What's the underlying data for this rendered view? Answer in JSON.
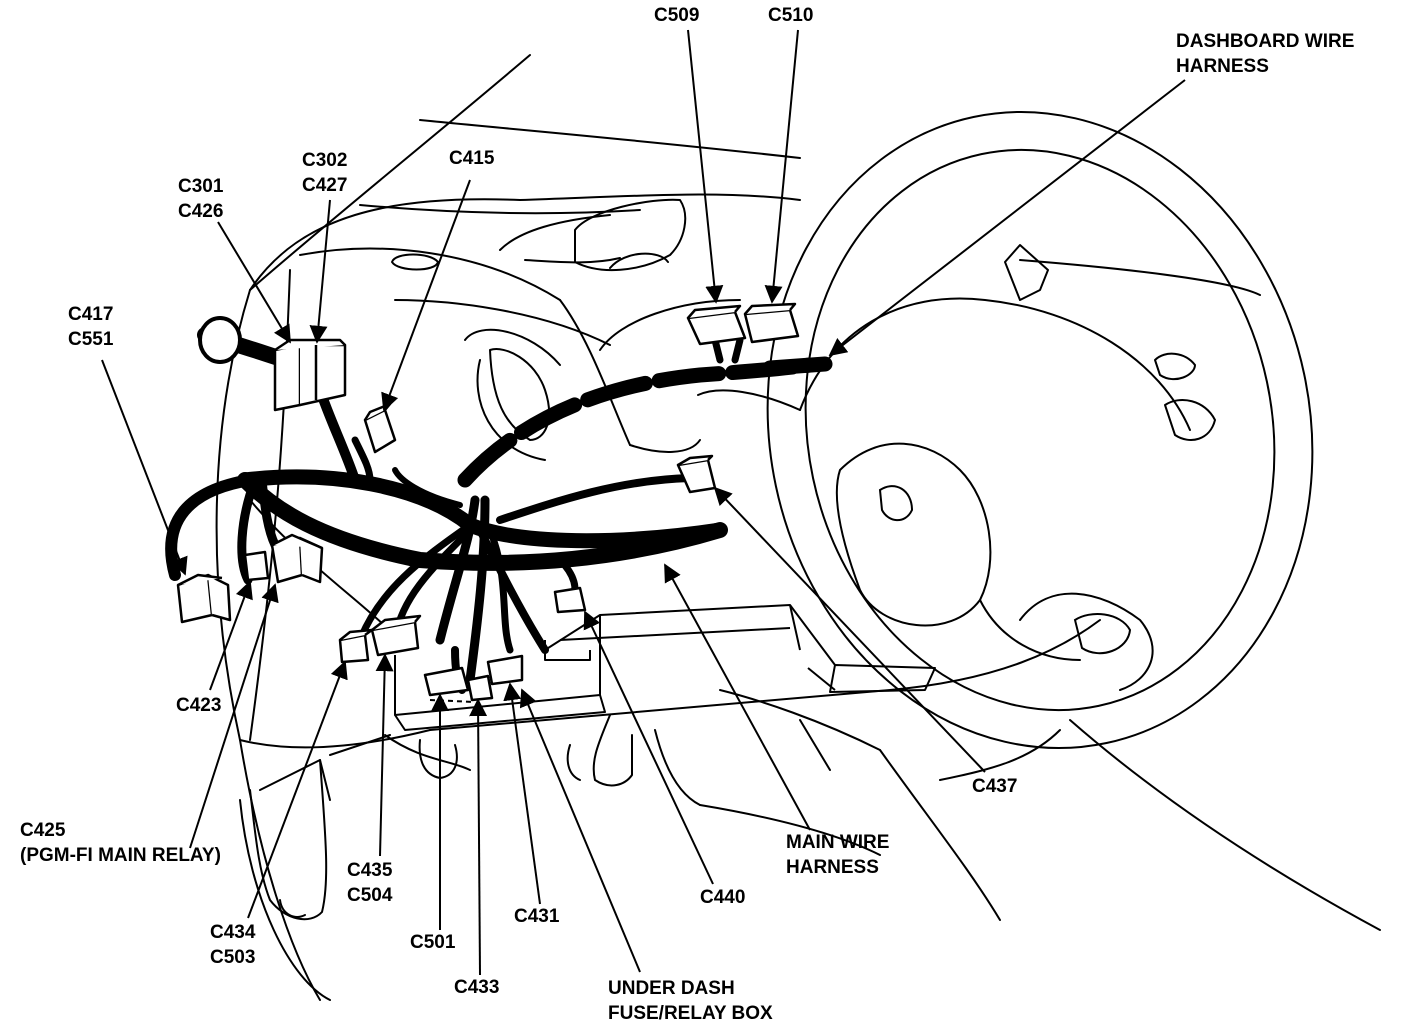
{
  "diagram": {
    "colors": {
      "ink": "#000000",
      "paper": "#ffffff"
    },
    "labels": {
      "c509": "C509",
      "c510": "C510",
      "dashboard_harness": [
        "DASHBOARD WIRE",
        "HARNESS"
      ],
      "c415": "C415",
      "c302_c427": [
        "C302",
        "C427"
      ],
      "c301_c426": [
        "C301",
        "C426"
      ],
      "c417_c551": [
        "C417",
        "C551"
      ],
      "c423": "C423",
      "c425": [
        "C425",
        "(PGM-FI MAIN RELAY)"
      ],
      "c434_c503": [
        "C434",
        "C503"
      ],
      "c435_c504": [
        "C435",
        "C504"
      ],
      "c501": "C501",
      "c433": "C433",
      "c431": "C431",
      "under_dash_box": [
        "UNDER DASH",
        "FUSE/RELAY BOX"
      ],
      "c440": "C440",
      "main_harness": [
        "MAIN WIRE",
        "HARNESS"
      ],
      "c437": "C437"
    }
  }
}
